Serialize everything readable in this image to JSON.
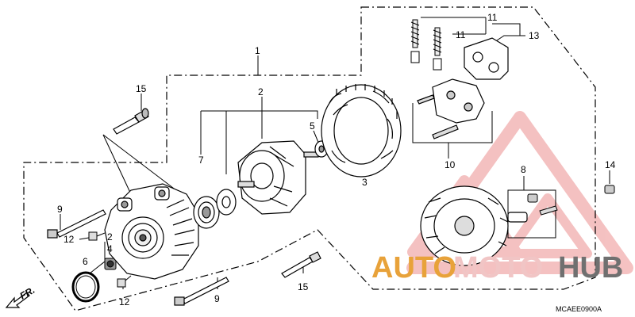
{
  "diagram": {
    "callouts": {
      "c1": "1",
      "c2a": "2",
      "c2b": "2",
      "c3": "3",
      "c4": "4",
      "c5": "5",
      "c6": "6",
      "c7": "7",
      "c8": "8",
      "c9a": "9",
      "c9b": "9",
      "c10": "10",
      "c11a": "11",
      "c11b": "11",
      "c12a": "12",
      "c12b": "12",
      "c13": "13",
      "c14": "14",
      "c15a": "15",
      "c15b": "15"
    },
    "fr_label": "FR.",
    "diagram_code": "MCAEE0900A"
  },
  "watermark": {
    "text_auto": "AUTO",
    "text_moto": "MOTO",
    "text_hub": "HUB",
    "color_primary": "#e8a23a",
    "color_secondary": "#f0c8c8",
    "color_hub": "#707070"
  }
}
